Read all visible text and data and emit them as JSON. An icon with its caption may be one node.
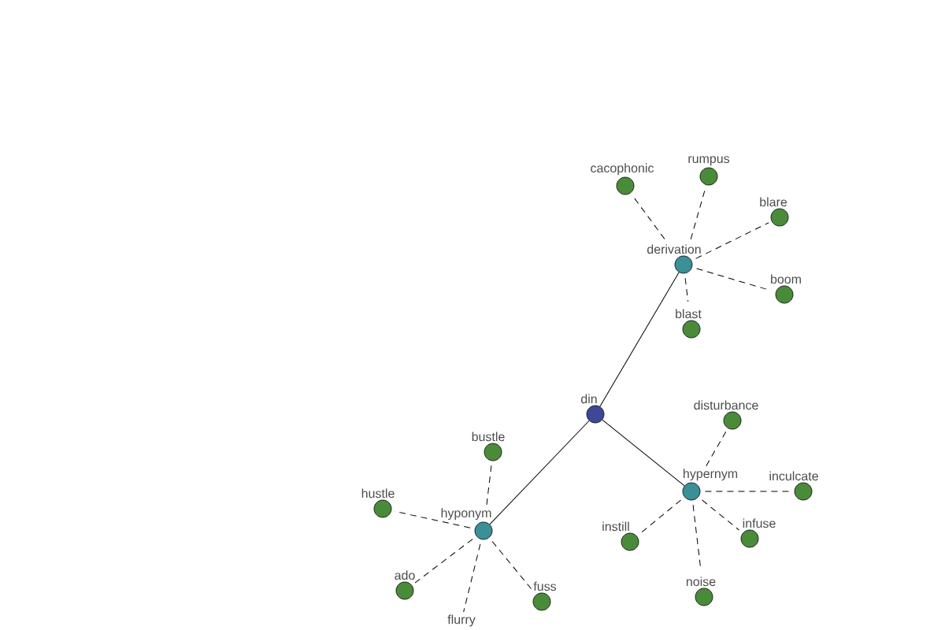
{
  "diagram": {
    "nodes": [
      {
        "text": [
          "din"
        ]
      },
      {
        "text": [
          "derivation"
        ]
      },
      {
        "text": [
          "hypernym"
        ]
      },
      {
        "text": [
          "hyponym"
        ]
      },
      {
        "text": [
          "cacophonic"
        ]
      },
      {
        "text": [
          "rumpus"
        ]
      },
      {
        "text": [
          "blare"
        ]
      },
      {
        "text": [
          "boom"
        ]
      },
      {
        "text": [
          "blast"
        ]
      },
      {
        "text": [
          "disturbance"
        ]
      },
      {
        "text": [
          "inculcate"
        ]
      },
      {
        "text": [
          "instill"
        ]
      },
      {
        "text": [
          "infuse"
        ]
      },
      {
        "text": [
          "noise"
        ]
      },
      {
        "text": [
          "bustle"
        ]
      },
      {
        "text": [
          "hustle"
        ]
      },
      {
        "text": [
          "ado"
        ]
      },
      {
        "text": [
          "fuss"
        ]
      },
      {
        "text": [
          "flurry"
        ]
      }
    ],
    "edges": [
      {
        "from": 0,
        "to": 1,
        "arrow": "none"
      },
      {
        "from": 0,
        "to": 2,
        "arrow": "none"
      },
      {
        "from": 0,
        "to": 3,
        "arrow": "none"
      },
      {
        "from": 1,
        "to": 4,
        "arrow": "none",
        "style": "dashed"
      },
      {
        "from": 1,
        "to": 5,
        "arrow": "none",
        "style": "dashed"
      },
      {
        "from": 1,
        "to": 6,
        "arrow": "none",
        "style": "dashed"
      },
      {
        "from": 1,
        "to": 7,
        "arrow": "none",
        "style": "dashed"
      },
      {
        "from": 1,
        "to": 8,
        "arrow": "none",
        "style": "dashed"
      },
      {
        "from": 2,
        "to": 9,
        "arrow": "none",
        "style": "dashed"
      },
      {
        "from": 2,
        "to": 10,
        "arrow": "none",
        "style": "dashed"
      },
      {
        "from": 2,
        "to": 11,
        "arrow": "none",
        "style": "dashed"
      },
      {
        "from": 2,
        "to": 12,
        "arrow": "none",
        "style": "dashed"
      },
      {
        "from": 2,
        "to": 13,
        "arrow": "none",
        "style": "dashed"
      },
      {
        "from": 3,
        "to": 14,
        "arrow": "none",
        "style": "dashed"
      },
      {
        "from": 3,
        "to": 15,
        "arrow": "none",
        "style": "dashed"
      },
      {
        "from": 3,
        "to": 16,
        "arrow": "none",
        "style": "dashed"
      },
      {
        "from": 3,
        "to": 17,
        "arrow": "none",
        "style": "dashed"
      },
      {
        "from": 3,
        "to": 18,
        "arrow": "none",
        "style": "dashed"
      }
    ]
  }
}
